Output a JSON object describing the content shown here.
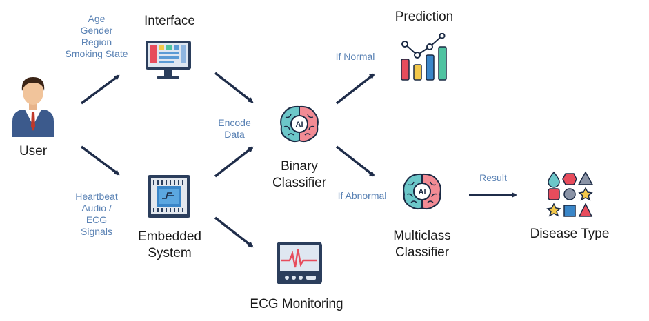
{
  "nodes": {
    "user": "User",
    "interface": "Interface",
    "embedded": "Embedded\nSystem",
    "binary": "Binary\nClassifier",
    "ecg": "ECG Monitoring",
    "prediction": "Prediction",
    "multiclass": "Multiclass\nClassifier",
    "disease": "Disease Type"
  },
  "edges": {
    "user_interface": "Age\nGender\nRegion\nSmoking State",
    "user_embedded": "Heartbeat\nAudio  /\nECG\nSignals",
    "to_binary": "Encode\nData",
    "if_normal": "If Normal",
    "if_abnormal": "If Abnormal",
    "result": "Result"
  },
  "colors": {
    "arrow": "#1f2d4a",
    "edge_text": "#5a82b4",
    "node_text": "#1a1a1a"
  },
  "icons": {
    "user": "user-avatar-icon",
    "interface": "monitor-dashboard-icon",
    "embedded": "microchip-icon",
    "binary": "ai-brain-icon",
    "multiclass": "ai-brain-icon",
    "ecg": "ecg-monitor-icon",
    "prediction": "bar-chart-icon",
    "disease": "shapes-icon"
  },
  "ai_text": "AI"
}
